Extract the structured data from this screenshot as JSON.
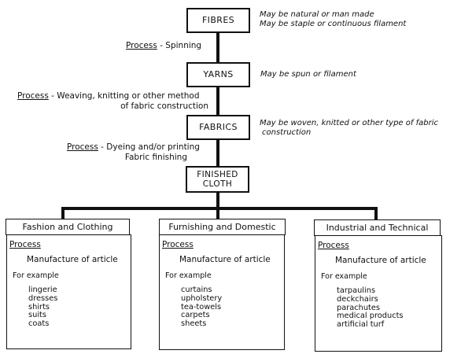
{
  "colors": {
    "line": "#111111",
    "text": "#111111",
    "background": "#ffffff"
  },
  "flow": {
    "stages": [
      {
        "label": "FIBRES",
        "note_lines": [
          "May be natural or man made",
          "May be staple or continuous filament"
        ]
      },
      {
        "label": "YARNS",
        "note_lines": [
          "May be spun or filament"
        ]
      },
      {
        "label": "FABRICS",
        "note_lines": [
          "May be woven, knitted or other type of fabric",
          "construction"
        ]
      },
      {
        "label_lines": [
          "FINISHED",
          "CLOTH"
        ]
      }
    ],
    "processes": [
      {
        "keyword": "Process",
        "rest": " - Spinning"
      },
      {
        "keyword": "Process",
        "rest": " - Weaving, knitting or other method",
        "line2": "of fabric construction"
      },
      {
        "keyword": "Process",
        "rest": " - Dyeing and/or printing",
        "line2": "Fabric finishing"
      }
    ]
  },
  "branches": [
    {
      "title": "Fashion and Clothing",
      "process_label": "Process",
      "manufacture_label": "Manufacture of article",
      "for_example_label": "For example",
      "examples": [
        "lingerie",
        "dresses",
        "shirts",
        "suits",
        "coats"
      ]
    },
    {
      "title": "Furnishing and Domestic",
      "process_label": "Process",
      "manufacture_label": "Manufacture of article",
      "for_example_label": "For example",
      "examples": [
        "curtains",
        "upholstery",
        "tea-towels",
        "carpets",
        "sheets"
      ]
    },
    {
      "title": "Industrial and Technical",
      "process_label": "Process",
      "manufacture_label": "Manufacture of article",
      "for_example_label": "For example",
      "examples": [
        "tarpaulins",
        "deckchairs",
        "parachutes",
        "medical products",
        "artificial turf"
      ]
    }
  ]
}
